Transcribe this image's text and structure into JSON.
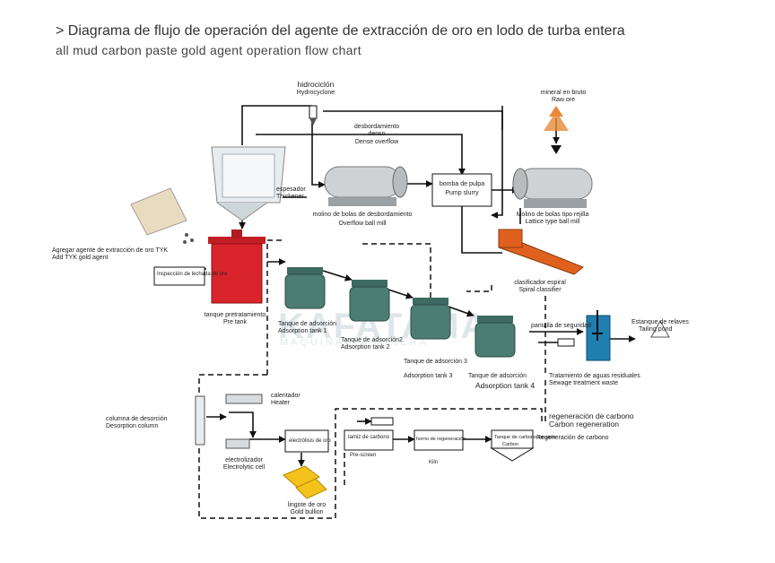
{
  "title": {
    "marker": ">",
    "es": "Diagrama de flujo de operación del agente de extracción de oro en lodo de turba entera",
    "en": "all mud carbon paste gold agent operation flow chart"
  },
  "watermark": {
    "main": "KAFATAMA",
    "sub": "MAQUINARIA MINERA"
  },
  "labels": {
    "hydrocyclone_es": "hidrociclón",
    "hydrocyclone_en": "Hydrocyclone",
    "raw_ore_es": "mineral en bruto",
    "raw_ore_en": "Raw ore",
    "overflow_es": "desbordamiento",
    "overflow_mid": "denso",
    "overflow_en": "Dense overflow",
    "thickener_es": "espesador",
    "thickener_en": "Thickener",
    "overflow_mill_es": "molino de bolas de desbordamiento",
    "overflow_mill_en": "Overflow ball mill",
    "feeder_es": "bomba de pulpa",
    "feeder_en": "Pump slurry",
    "grid_mill_es": "Molino de bolas tipo rejilla",
    "grid_mill_en": "Lattice type ball mill",
    "classifier_es": "clasificador espiral",
    "classifier_en": "Spiral classifier",
    "add_agent_es": "Agregar agente de extracción de oro TYK",
    "add_agent_en": "Add TYK gold agent",
    "pre_tank_es": "tanque pretratamiento",
    "pre_tank_en": "Pre tank",
    "pre_tank_side": "Inspección de lechada de oro",
    "tank1_es": "Tanque de adsorción",
    "tank1_en": "Adsorption tank 1",
    "tank2_es": "Tanque de adsorción2",
    "tank2_en": "Adsorption tank 2",
    "tank3_es": "Tanque de adsorción 3",
    "tank3_en": "Adsorption tank 3",
    "tank4_es": "Tanque de adsorción",
    "tank4_en": "Adsorption tank 4",
    "sagging_es": "pantalla de seguridad",
    "tailings_es": "Estanque de relaves",
    "tailings_en": "Tailing pond",
    "sewage_es": "Tratamiento de aguas residuales",
    "sewage_en": "Sewage treatment waste",
    "regen_es": "regeneración de carbono",
    "regen_en": "Carbon regeneration",
    "regen_small": "Regeneración de carbono",
    "heater_es": "calentador",
    "heater_en": "Heater",
    "desorption_es": "columna de desorción",
    "desorption_en": "Desorption column",
    "electrolysis_es": "electrolizador",
    "electrolysis_en": "Electrolytic cell",
    "bullion_es": "lingote de oro",
    "bullion_en": "Gold bullion",
    "elec_box": "electrólisis de oro",
    "carbon_box": "tamiz de carbono",
    "carbon_box_sub": "Pre-screen",
    "regen_box": "horno de regeneración",
    "regen_box_sub": "Kiln",
    "final_tank": "Tanque de carbono cargado",
    "final_tank_sub": "Carbon"
  },
  "colors": {
    "pre_tank": "#d8242a",
    "ads_tank": "#4c7d72",
    "thickener": "#e7ecef",
    "mill": "#cfd2d4",
    "classifier": "#e0611e",
    "gold": "#f4c21a",
    "sewage": "#1f7fb0",
    "raw_ore": "#e88a3a"
  }
}
